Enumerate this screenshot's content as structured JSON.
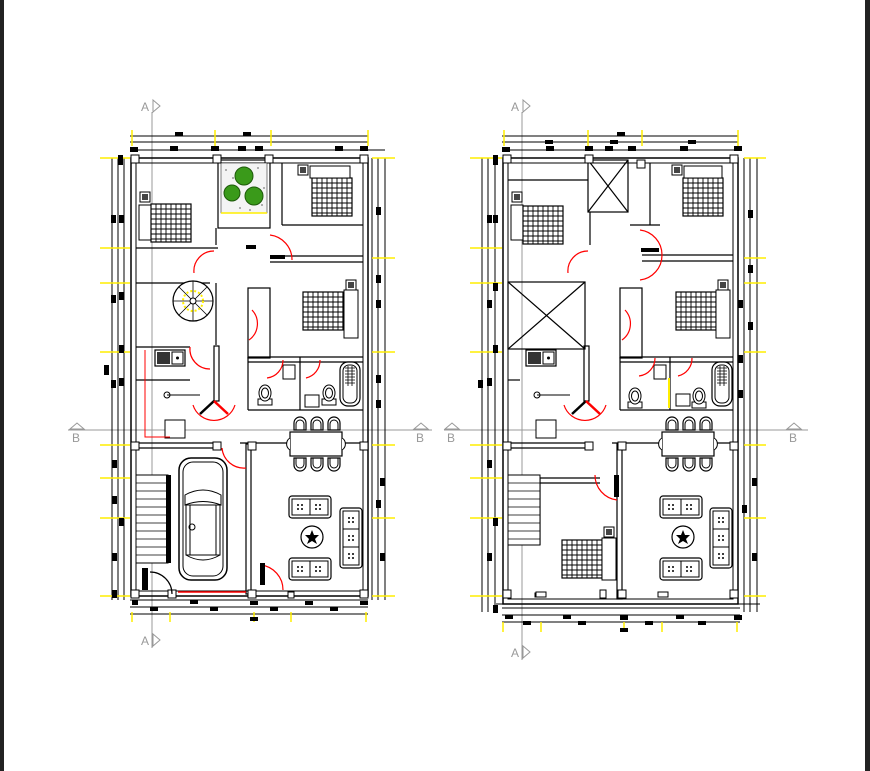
{
  "drawing": {
    "background": "#ffffff",
    "frame_color": "#222222",
    "colors": {
      "wall": "#000000",
      "door_swing": "#ff0000",
      "dimension_tick": "#ffee00",
      "section_line": "#999999",
      "planter": "#3a9a1a"
    }
  },
  "plans": [
    {
      "id": "ground-floor",
      "section_markers": {
        "top": "A",
        "bottom": "A",
        "left": "B",
        "right": "B"
      },
      "rooms": [
        "bedroom",
        "courtyard-planter",
        "bedroom",
        "spiral-stair",
        "bedroom",
        "kitchen",
        "toilet",
        "bathroom",
        "garage",
        "stair",
        "dining",
        "living"
      ]
    },
    {
      "id": "upper-floor",
      "section_markers": {
        "top": "A",
        "bottom": "A",
        "left": "B",
        "right": "B"
      },
      "rooms": [
        "bedroom",
        "void",
        "bedroom",
        "void",
        "bedroom",
        "kitchen",
        "toilet",
        "bathroom",
        "stair",
        "bedroom",
        "dining",
        "living"
      ]
    }
  ]
}
